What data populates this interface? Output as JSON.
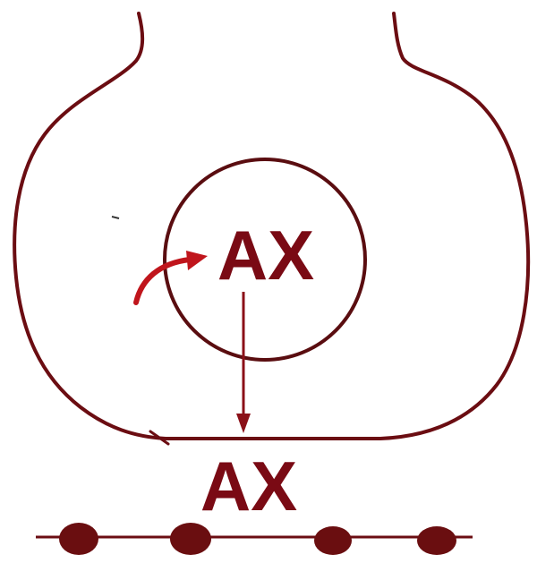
{
  "diagram": {
    "inner_label": "AX",
    "outer_label": "AX",
    "colors": {
      "outline": "#6b0d12",
      "text": "#7a0a14",
      "arrow": "#8b1018",
      "accent_arrow": "#c0151c",
      "dots": "#6a0e10",
      "background": "#ffffff"
    },
    "dot_count": 4
  }
}
